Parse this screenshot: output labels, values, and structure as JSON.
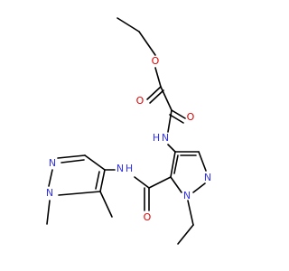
{
  "colors": {
    "carbon_bond": "#000000",
    "nitrogen": "#3333e6",
    "oxygen": "#e00000",
    "background": "#ffffff"
  },
  "atoms": {
    "o_ester": {
      "label": "O",
      "element": "O"
    },
    "o_ester_carbonyl": {
      "label": "O",
      "element": "O"
    },
    "o_amide_carbonyl": {
      "label": "O",
      "element": "O"
    },
    "o_amide2": {
      "label": "O",
      "element": "O"
    },
    "n_amine_upper": {
      "label": "N",
      "element": "N"
    },
    "h_amine_upper": {
      "label": "H",
      "element": "N"
    },
    "n_amine_lower": {
      "label": "N",
      "element": "N"
    },
    "h_amine_lower": {
      "label": "H",
      "element": "N"
    },
    "n_pyrazole_right_a": {
      "label": "N",
      "element": "N"
    },
    "n_pyrazole_right_b": {
      "label": "N",
      "element": "N"
    },
    "n_pyrazole_left_a": {
      "label": "N",
      "element": "N"
    },
    "n_pyrazole_left_b": {
      "label": "N",
      "element": "N"
    }
  }
}
